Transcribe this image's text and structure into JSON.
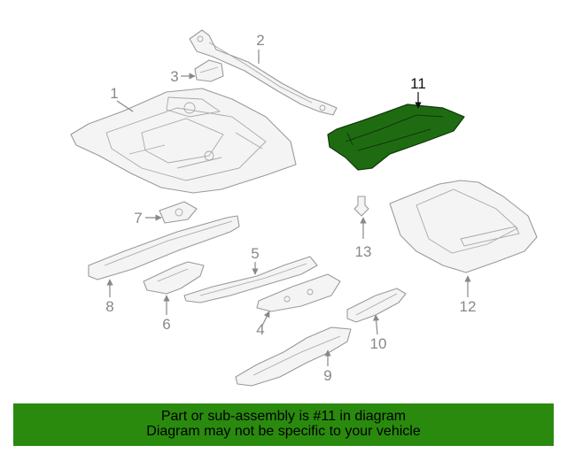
{
  "callouts": {
    "c1": "1",
    "c2": "2",
    "c3": "3",
    "c4": "4",
    "c5": "5",
    "c6": "6",
    "c7": "7",
    "c8": "8",
    "c9": "9",
    "c10": "10",
    "c11": "11",
    "c12": "12",
    "c13": "13"
  },
  "highlighted_part": "11",
  "colors": {
    "highlight_fill": "#1f6b12",
    "banner_bg": "#2a8a0e",
    "line_gray": "#9a9a9a"
  },
  "banner": {
    "line1": "Part or sub-assembly is #11 in diagram",
    "line2": "Diagram may not be specific to your vehicle"
  }
}
